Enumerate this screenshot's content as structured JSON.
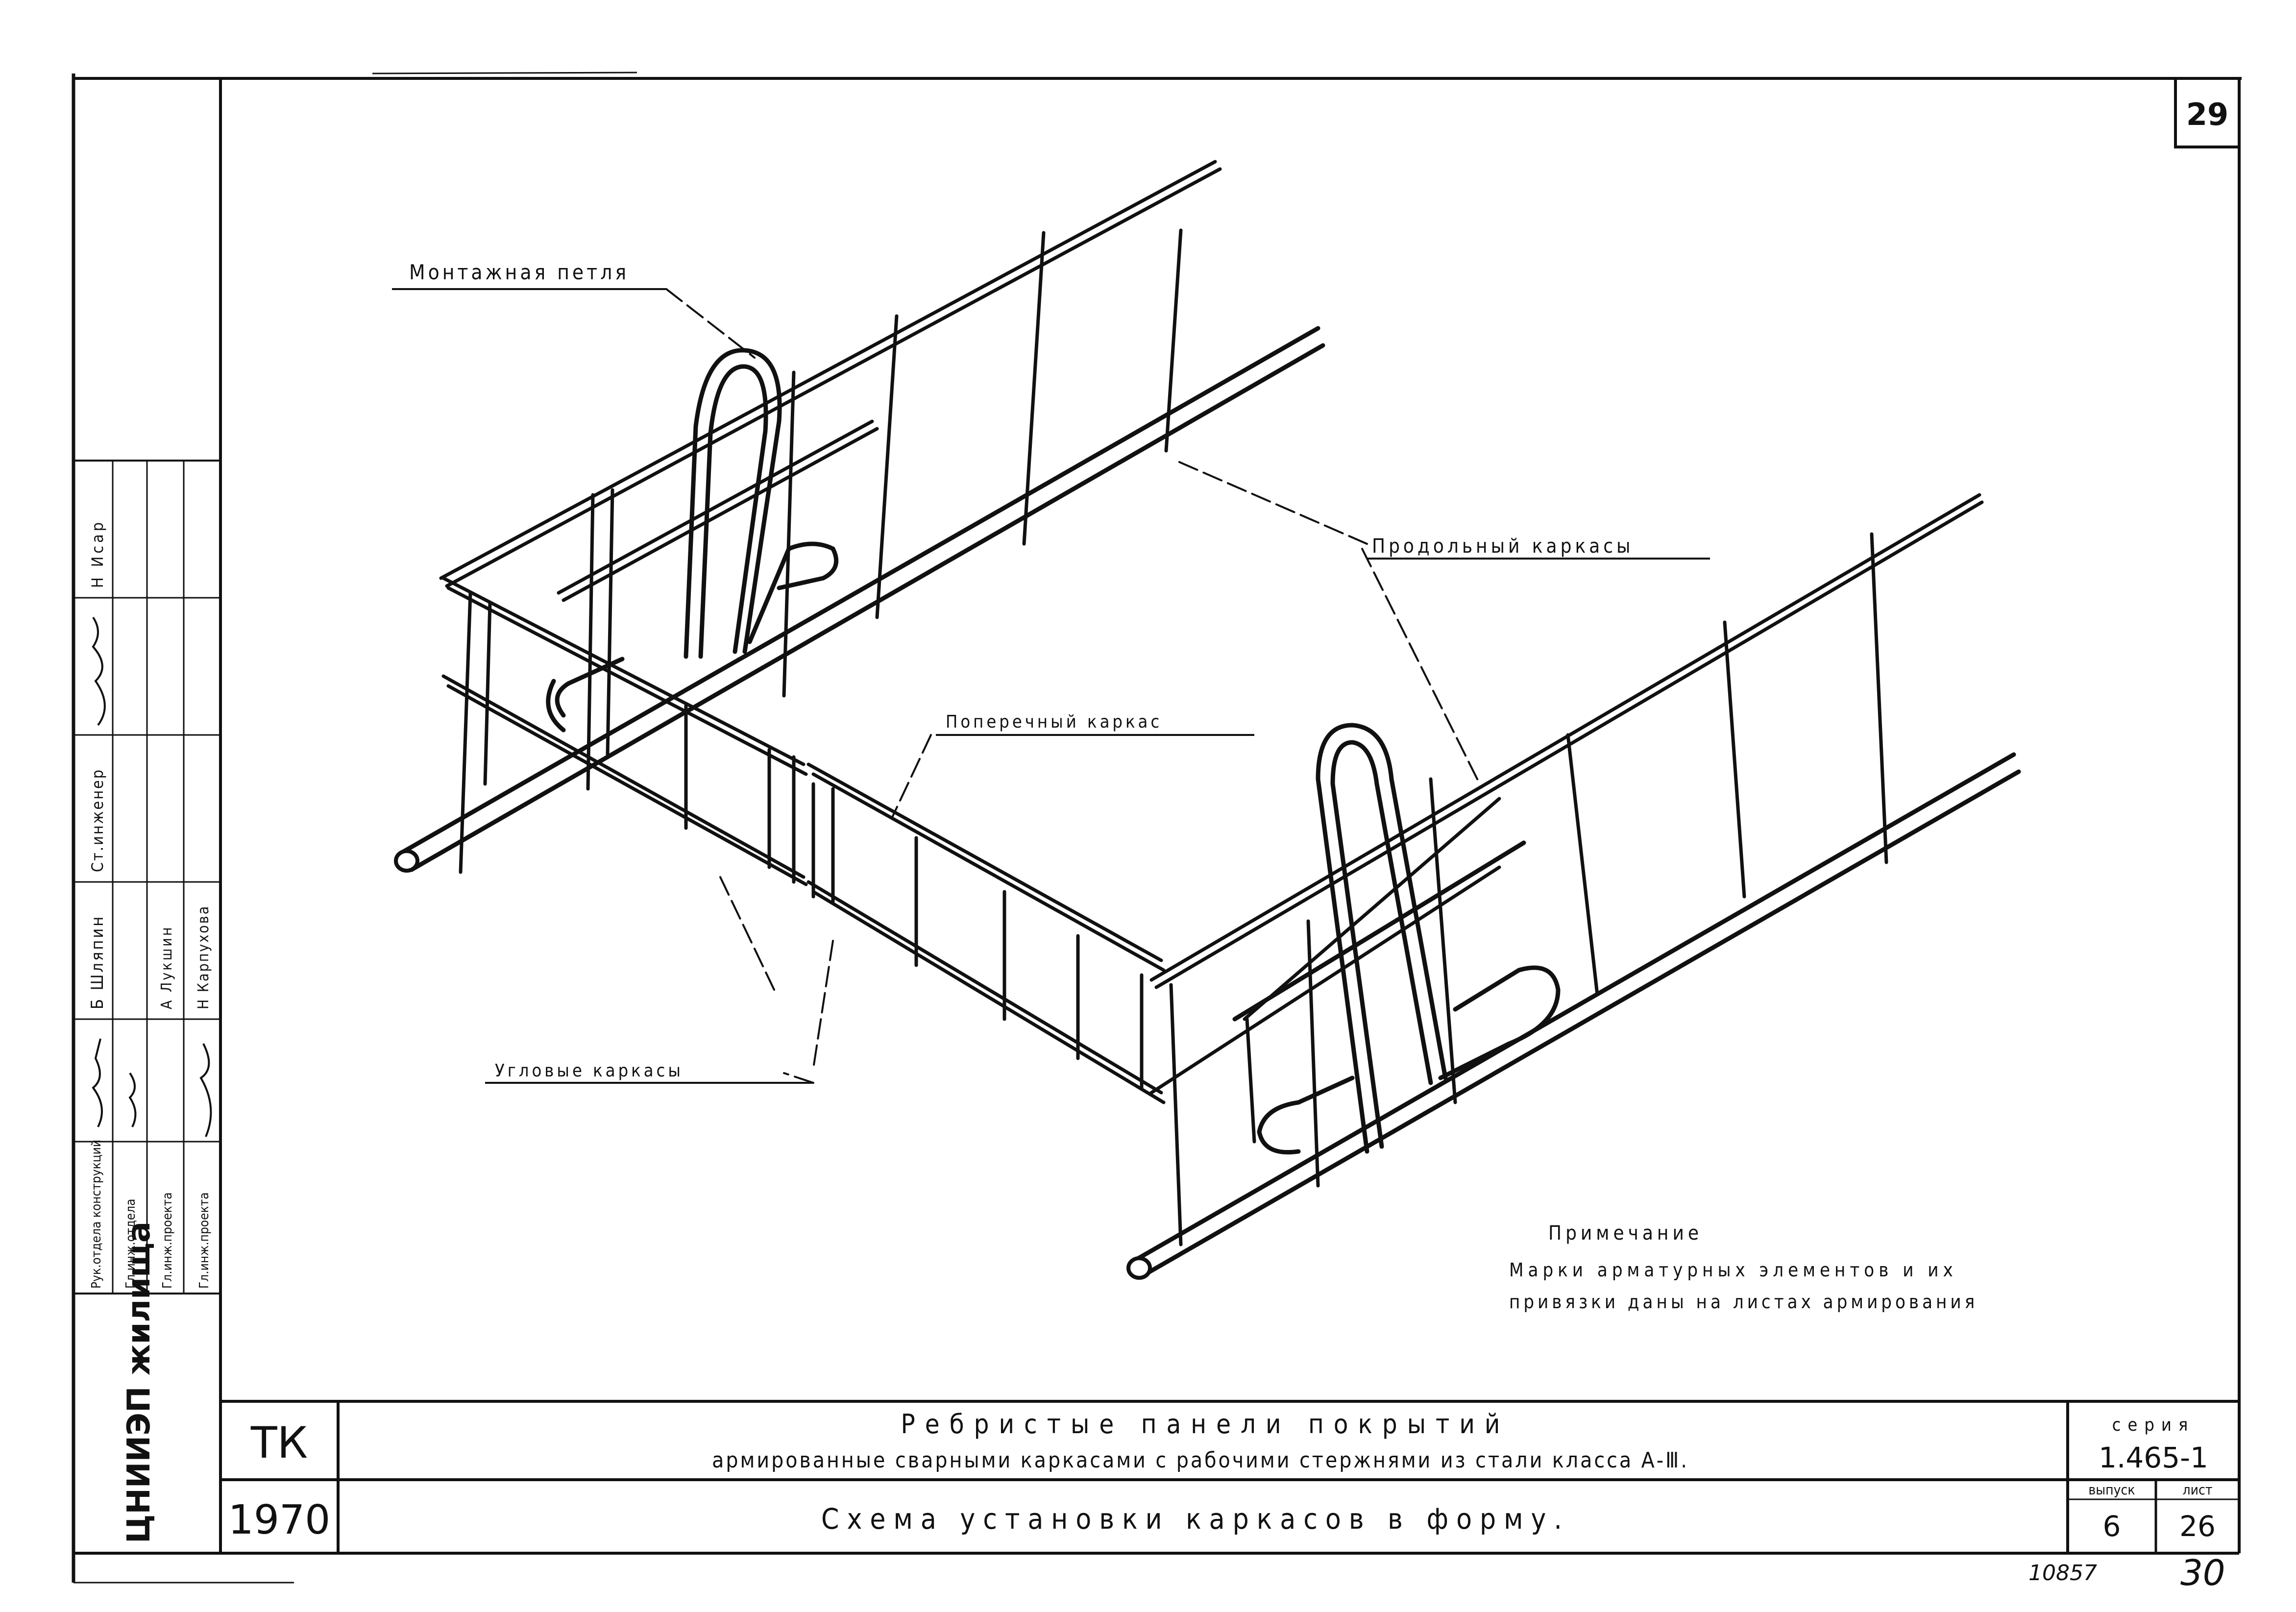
{
  "sheet_number": "29",
  "labels": {
    "mounting_loop": "Монтажная петля",
    "longitudinal_frames": "Продольный каркасы",
    "transverse_frame": "Поперечный каркас",
    "corner_frames": "Угловые каркасы"
  },
  "note": {
    "heading": "Примечание",
    "line1": "Марки арматурных элементов и их",
    "line2": "привязки даны на листах армирования"
  },
  "title_block": {
    "code": "ТК",
    "year": "1970",
    "title_line1": "Ребристые панели покрытий",
    "title_line2": "армированные сварными каркасами с рабочими стержнями из стали класса А-Ⅲ.",
    "subtitle": "Схема установки каркасов в форму.",
    "series_label": "серия",
    "series_value": "1.465-1",
    "issue_label": "выпуск",
    "issue_value": "6",
    "sheet_label": "лист",
    "sheet_value": "26"
  },
  "footer": {
    "inventory_number": "10857",
    "page_number": "30"
  },
  "left_stamp": {
    "organization": "ЦНИИЭП жилища",
    "roles": [
      "Рук.отдела конструкций",
      "Гл.инж.отдела",
      "Гл.инж.проекта",
      "Гл.инж.проекта"
    ],
    "names": [
      "Б Шляпин",
      "А Лукшин",
      "Н Карпухова"
    ],
    "engineer_role": "Ст.инженер",
    "engineer_name": "Н Исар"
  }
}
